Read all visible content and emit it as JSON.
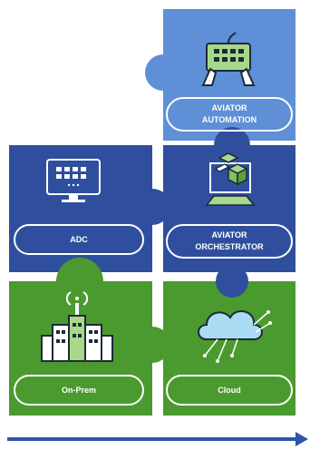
{
  "colors": {
    "automation": "#5f8fd6",
    "dark_blue": "#2f4f9e",
    "green": "#4b9a2f",
    "white": "#ffffff",
    "arrow": "#2f55a8",
    "icon_fill_green": "#a8d88a",
    "icon_fill_cloud": "#a9dcf2"
  },
  "pieces": {
    "automation": {
      "label_line1": "AVIATOR",
      "label_line2": "AUTOMATION",
      "icon": "keyboard-hands-icon"
    },
    "adc": {
      "label": "ADC",
      "icon": "monitor-icon"
    },
    "orchestrator": {
      "label_line1": "AVIATOR",
      "label_line2": "ORCHESTRATOR",
      "icon": "cube-stack-icon"
    },
    "onprem": {
      "label": "On-Prem",
      "icon": "buildings-antenna-icon"
    },
    "cloud": {
      "label": "Cloud",
      "icon": "cloud-circuit-icon"
    }
  },
  "footer": {
    "icon": "right-arrow-icon"
  }
}
